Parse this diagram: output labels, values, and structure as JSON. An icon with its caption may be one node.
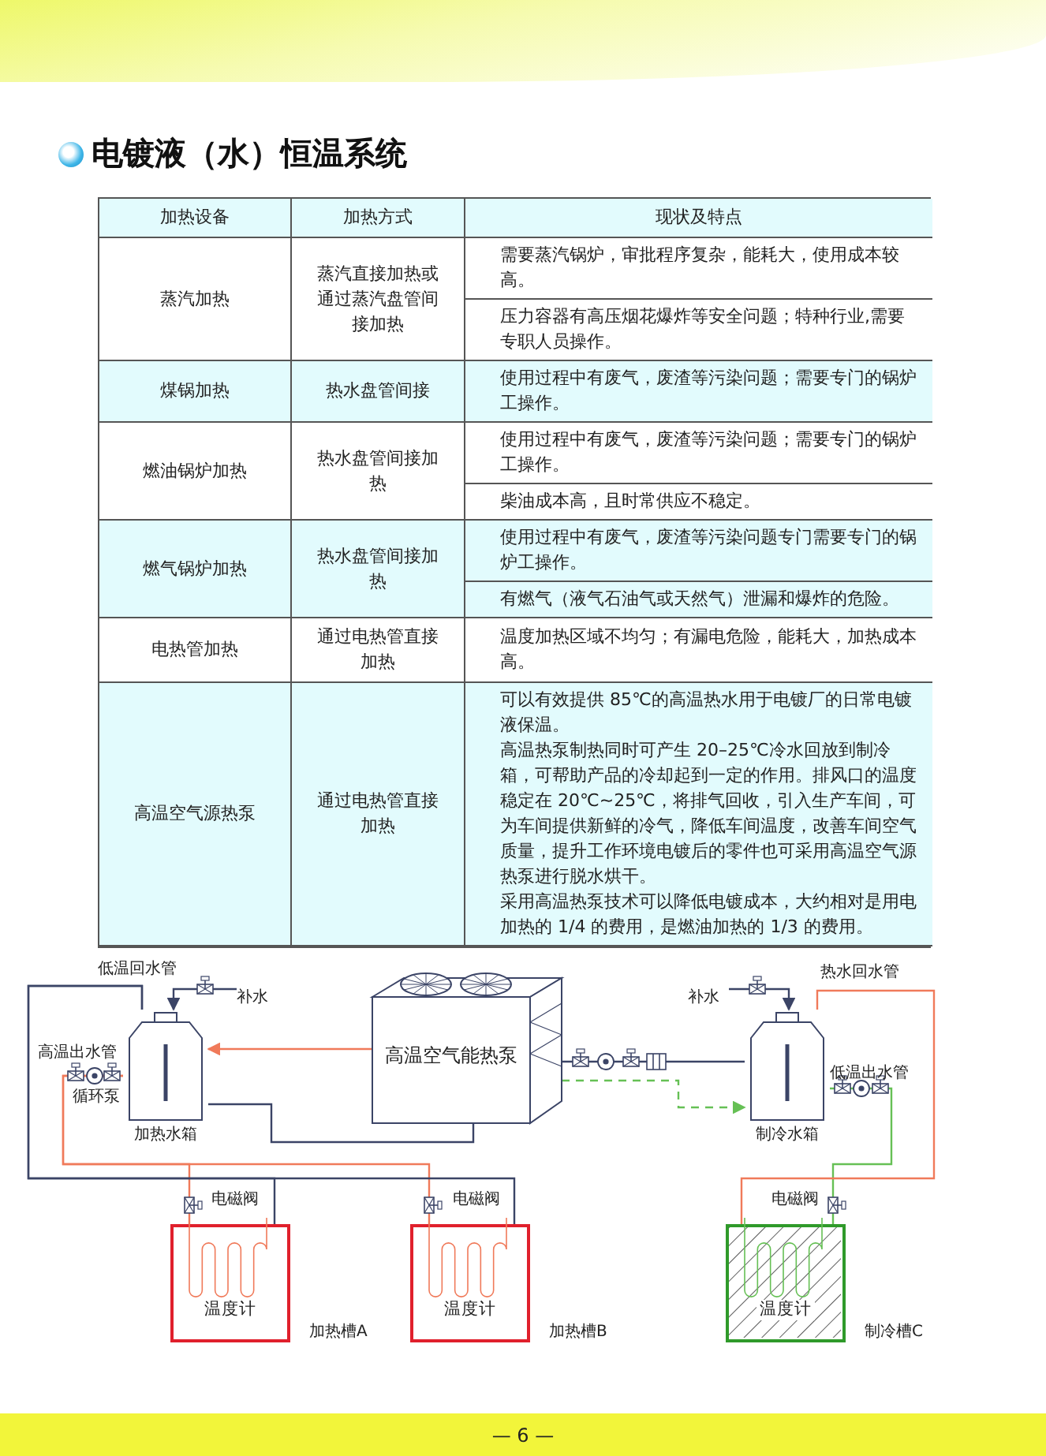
{
  "diagram": {
    "title": "电镀液（水）恒温系统",
    "nodes": [
      {
        "text": [
          "加热水箱"
        ]
      },
      {
        "text": [
          "高温空气能热泵"
        ]
      },
      {
        "text": [
          "制冷水箱"
        ]
      },
      {
        "text": [
          "温度计"
        ],
        "beside": [
          "加热槽A"
        ]
      },
      {
        "text": [
          "温度计"
        ],
        "beside": [
          "加热槽B"
        ]
      },
      {
        "text": [
          "温度计"
        ],
        "beside": [
          "制冷槽C"
        ]
      },
      {
        "text": [
          "补水"
        ]
      },
      {
        "text": [
          "补水"
        ]
      }
    ],
    "edges": [
      {
        "from": 1,
        "to": 0,
        "arrow": "to",
        "color": "#f07a5a"
      },
      {
        "from": 0,
        "to": 1,
        "arrow": "none"
      },
      {
        "from": 1,
        "to": 2,
        "arrow": "none"
      },
      {
        "from": 1,
        "to": 2,
        "arrow": "to",
        "style": "dashed",
        "color": "#66c055"
      },
      {
        "from": 0,
        "to": 3,
        "arrow": "none",
        "color": "#f07a5a"
      },
      {
        "from": 0,
        "to": 4,
        "arrow": "none",
        "color": "#f07a5a"
      },
      {
        "from": 2,
        "to": 5,
        "arrow": "none",
        "color": "#66c055"
      },
      {
        "from": 3,
        "to": 0,
        "arrow": "none"
      },
      {
        "from": 4,
        "to": 0,
        "arrow": "none"
      },
      {
        "from": 5,
        "to": 2,
        "arrow": "none",
        "color": "#f07a5a"
      },
      {
        "from": 6,
        "to": 0,
        "arrow": "to"
      },
      {
        "from": 7,
        "to": 2,
        "arrow": "to"
      }
    ],
    "labels": [
      "加热设备",
      "加热方式",
      "现状及特点",
      "蒸汽加热",
      "蒸汽直接加热或通过蒸汽盘管间接加热",
      "需要蒸汽锅炉，审批程序复杂，能耗大，使用成本较高。",
      "压力容器有高压烟花爆炸等安全问题；特种行业,需要专职人员操作。",
      "煤锅加热",
      "热水盘管间接",
      "使用过程中有废气，废渣等污染问题；需要专门的锅炉工操作。",
      "燃油锅炉加热",
      "热水盘管间接加热",
      "使用过程中有废气，废渣等污染问题；需要专门的锅炉工操作。",
      "柴油成本高，且时常供应不稳定。",
      "燃气锅炉加热",
      "热水盘管间接加热",
      "使用过程中有废气，废渣等污染问题专门需要专门的锅炉工操作。",
      "有燃气（液气石油气或天然气）泄漏和爆炸的危险。",
      "电热管加热",
      "通过电热管直接加热",
      "温度加热区域不均匀；有漏电危险，能耗大，加热成本高。",
      "高温空气源热泵",
      "通过电热管直接加热",
      "可以有效提供 85℃的高温热水用于电镀厂的日常电镀液保温。",
      "高温热泵制热同时可产生 20–25℃冷水回放到制冷箱，可帮助产品的冷却起到一定的作用。排风口的温度稳定在 20℃~25℃，将排气回收，引入生产车间，可为车间提供新鲜的冷气，降低车间温度，改善车间空气质量，提升工作环境电镀后的零件也可采用高温空气源热泵进行脱水烘干。",
      "采用高温热泵技术可以降低电镀成本，大约相对是用电加热的 1/4 的费用，是燃油加热的 1/3 的费用。",
      "低温回水管",
      "高温出水管",
      "循环泵",
      "热水回水管",
      "低温出水管",
      "电磁阀",
      "电磁阀",
      "电磁阀",
      "— 6 —"
    ]
  }
}
